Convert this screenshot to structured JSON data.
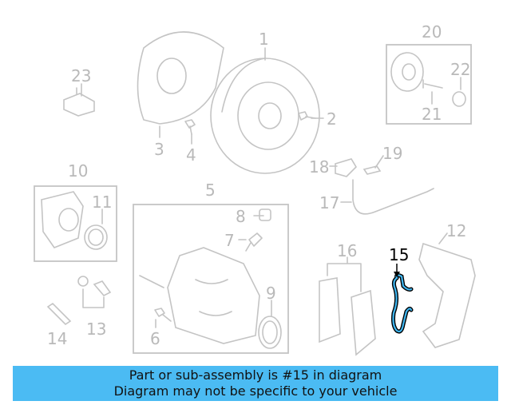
{
  "diagram": {
    "highlighted_part": "15",
    "highlight_color": "#3fb6f0",
    "callouts": [
      "1",
      "2",
      "3",
      "4",
      "5",
      "6",
      "7",
      "8",
      "9",
      "10",
      "11",
      "12",
      "13",
      "14",
      "15",
      "16",
      "17",
      "18",
      "19",
      "20",
      "21",
      "22",
      "23"
    ]
  },
  "banner": {
    "line1": "Part or sub-assembly is #15 in diagram",
    "line2": "Diagram may not be specific to your vehicle",
    "color": "#4bbbf3"
  }
}
